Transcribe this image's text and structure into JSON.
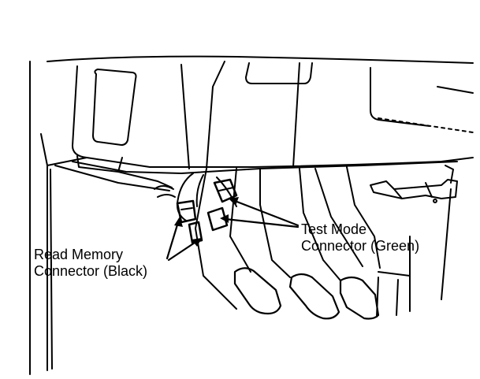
{
  "callouts": {
    "test_mode": {
      "line1": "Test Mode",
      "line2": "Connector (Green)"
    },
    "read_memory": {
      "line1": "Read Memory",
      "line2": "Connector (Black)"
    }
  },
  "colors": {
    "ink": "#000000",
    "background": "#ffffff"
  }
}
